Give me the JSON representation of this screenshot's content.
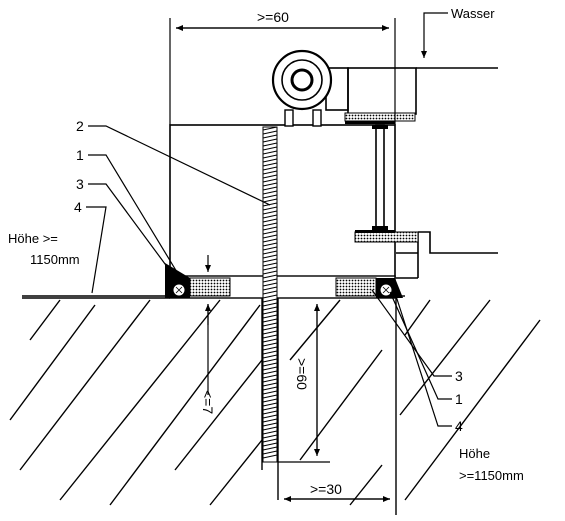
{
  "labels": {
    "top_width": ">=60",
    "water": "Wasser",
    "callout_2": "2",
    "callout_1_left": "1",
    "callout_3_left": "3",
    "callout_4_left": "4",
    "height_left_line1": "Höhe >=",
    "height_left_line2": "1150mm",
    "gap": "<=7",
    "depth": ">=60",
    "callout_3_right": "3",
    "callout_1_right": "1",
    "callout_4_right": "4",
    "height_right_line1": "Höhe",
    "height_right_line2": ">=1150mm",
    "edge_distance": ">=30"
  }
}
